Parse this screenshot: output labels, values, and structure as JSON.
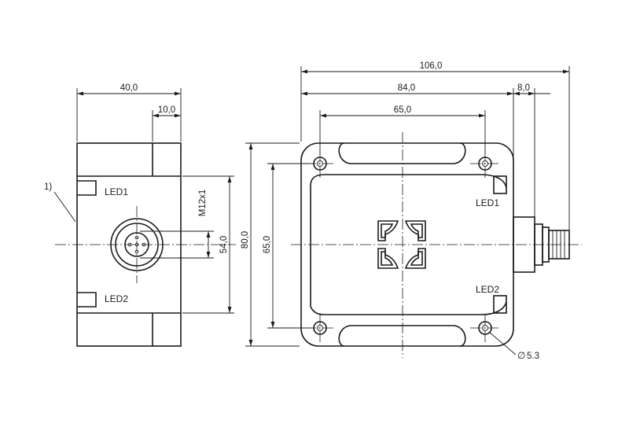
{
  "footnote_marker": "1)",
  "side_view": {
    "width_overall": "40,0",
    "width_step": "10,0",
    "connector_thread": "M12x1",
    "height_body": "54,0",
    "led1_label": "LED1",
    "led2_label": "LED2"
  },
  "front_view": {
    "width_total": "106,0",
    "width_body": "84,0",
    "hole_spacing_x": "65,0",
    "connector_length": "8,0",
    "height_total": "80,0",
    "hole_spacing_y": "65,0",
    "hole_diameter_symbol": "∅",
    "hole_diameter": "5.3",
    "led1_label": "LED1",
    "led2_label": "LED2"
  },
  "colors": {
    "line": "#1a1a1a",
    "background": "#ffffff"
  }
}
